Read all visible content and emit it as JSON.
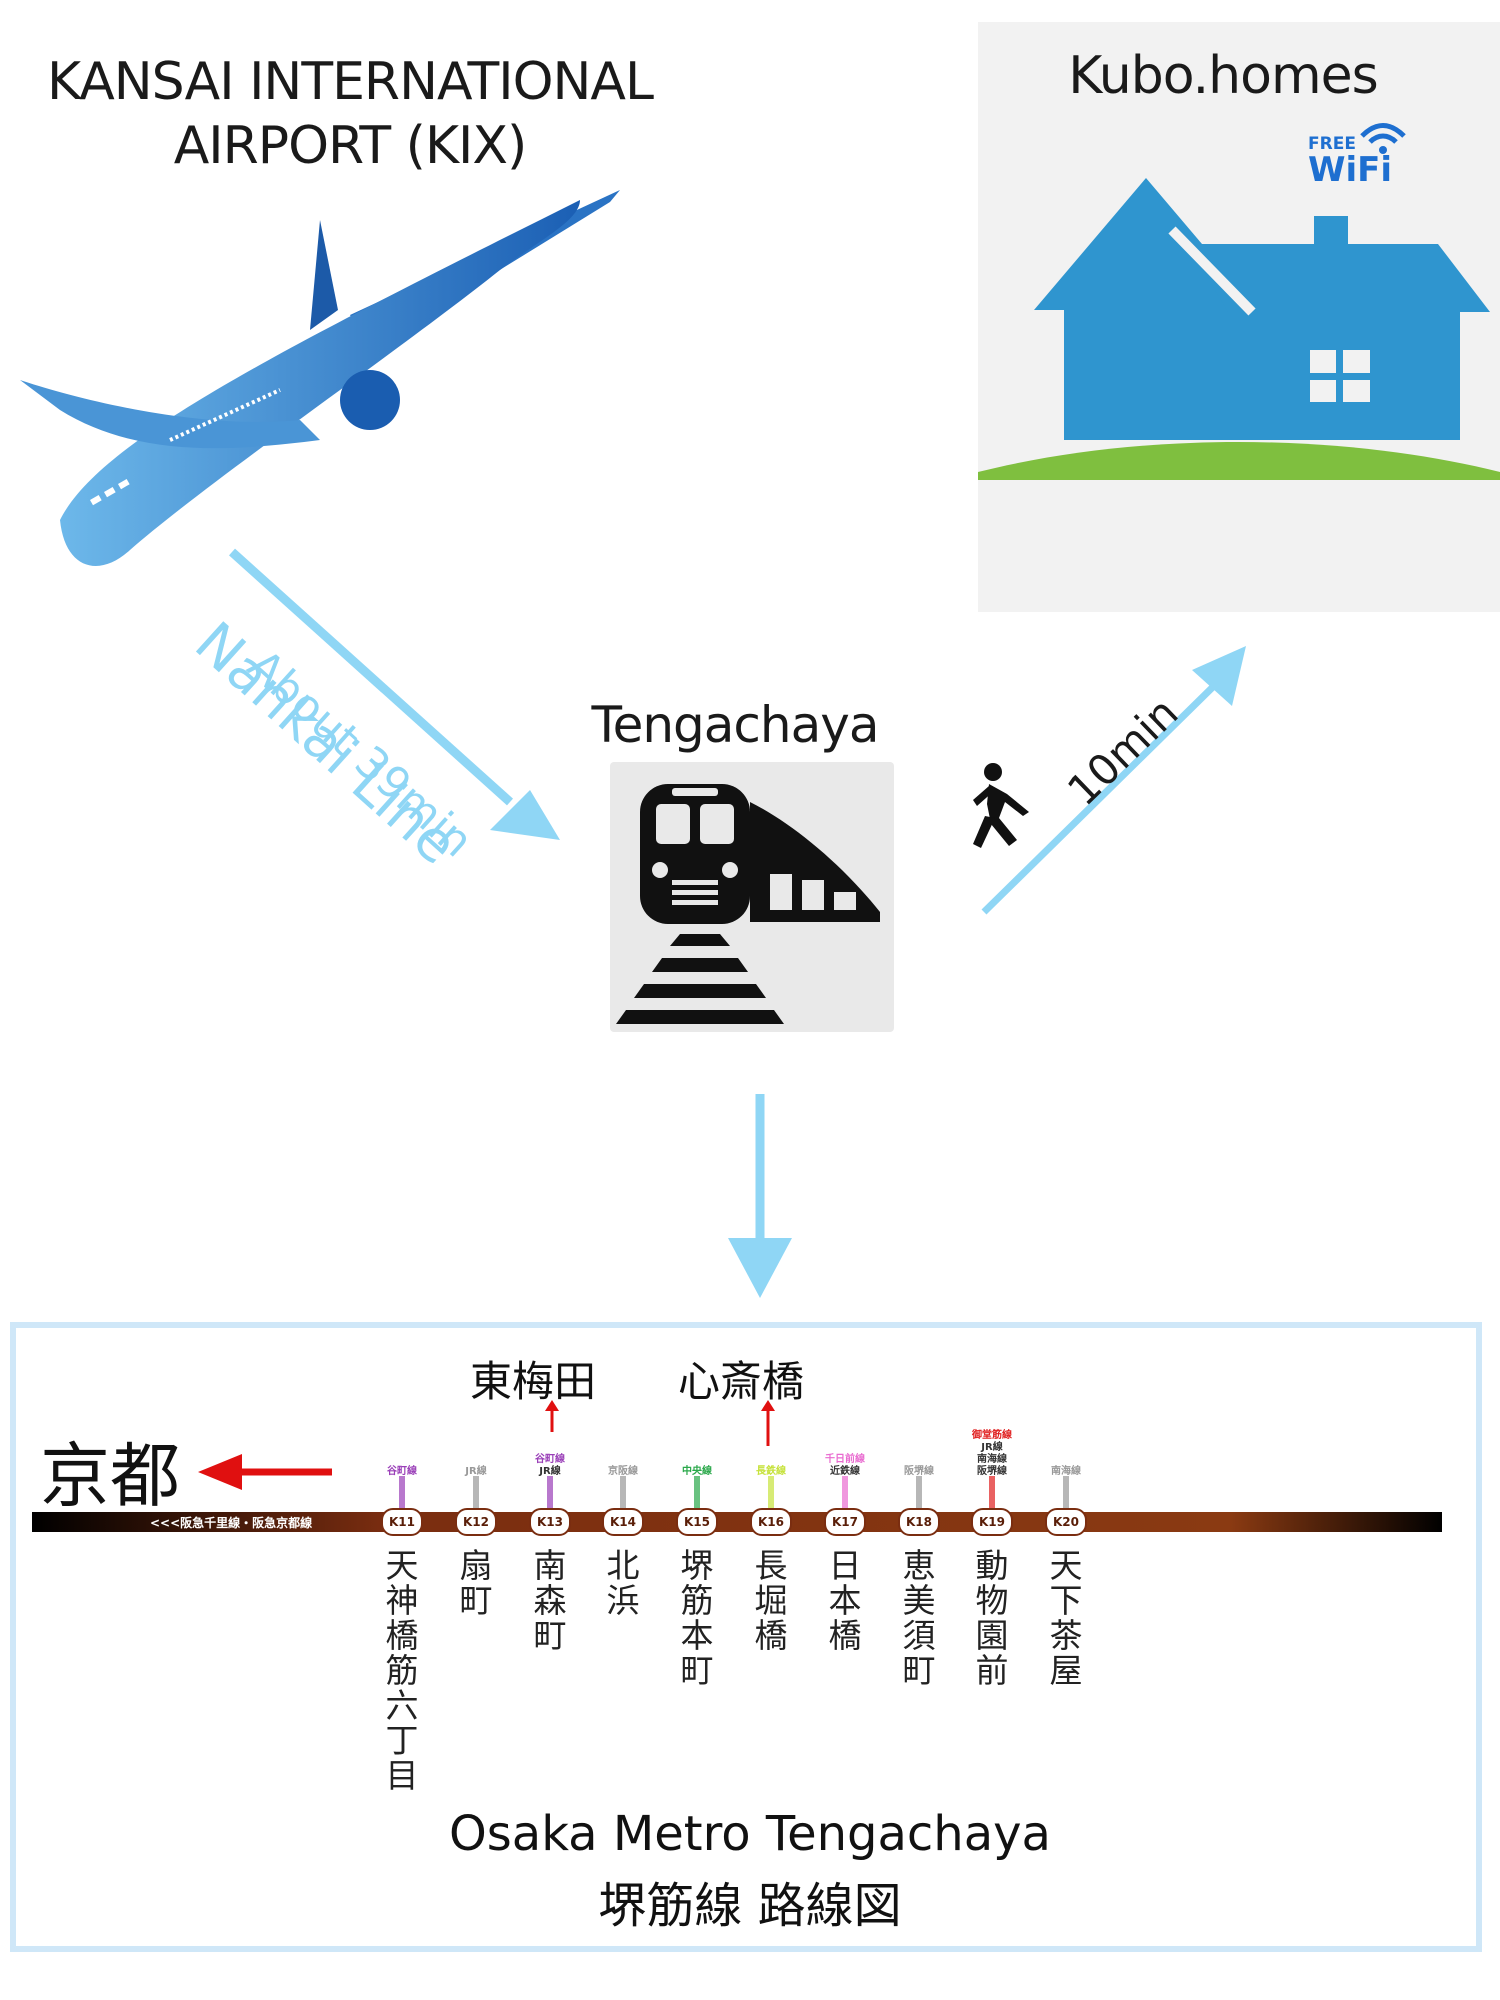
{
  "airport": {
    "title_line1": "KANSAI INTERNATIONAL",
    "title_line2": "AIRPORT (KIX)",
    "icon": "airplane-icon"
  },
  "route_to_station": {
    "duration": "About 39min",
    "line": "Nankai Line"
  },
  "station": {
    "name": "Tengachaya",
    "icon": "train-icon"
  },
  "walk": {
    "duration": "10min",
    "icon": "walking-person-icon"
  },
  "destination": {
    "name": "Kubo.homes",
    "wifi_free": "FREE",
    "wifi_label": "WiFi",
    "icon": "house-icon"
  },
  "colors": {
    "arrow": "#8fd6f5",
    "house": "#2f95cf",
    "grass": "#7fbf3f",
    "line": "#8a3a12",
    "red_arrow": "#e01010"
  },
  "metro_map": {
    "direction_label": "京都",
    "line_end_label": "<<<阪急千里線・阪急京都線",
    "upper_transfers": [
      {
        "name": "東梅田",
        "station_code": "K13"
      },
      {
        "name": "心斎橋",
        "station_code": "K16"
      }
    ],
    "stations": [
      {
        "code": "K11",
        "name": "天神橋筋六丁目",
        "transfer": "谷町線",
        "color": "#9a3fb8"
      },
      {
        "code": "K12",
        "name": "扇町",
        "transfer": "JR線",
        "color": "#999999"
      },
      {
        "code": "K13",
        "name": "南森町",
        "transfer": "谷町線 JR線",
        "color": "#9a3fb8"
      },
      {
        "code": "K14",
        "name": "北浜",
        "transfer": "京阪線",
        "color": "#999999"
      },
      {
        "code": "K15",
        "name": "堺筋本町",
        "transfer": "中央線",
        "color": "#2aa84a"
      },
      {
        "code": "K16",
        "name": "長堀橋",
        "transfer": "長鉄線",
        "color": "#c6e23a"
      },
      {
        "code": "K17",
        "name": "日本橋",
        "transfer": "千日前線 近鉄線",
        "color": "#e96bd0"
      },
      {
        "code": "K18",
        "name": "恵美須町",
        "transfer": "阪堺線",
        "color": "#999999"
      },
      {
        "code": "K19",
        "name": "動物園前",
        "transfer": "御堂筋線 JR線 南海線 阪堺線",
        "color": "#e02020"
      },
      {
        "code": "K20",
        "name": "天下茶屋",
        "transfer": "南海線",
        "color": "#999999"
      }
    ],
    "caption_line1": "Osaka Metro Tengachaya",
    "caption_line2": "堺筋線 路線図"
  }
}
